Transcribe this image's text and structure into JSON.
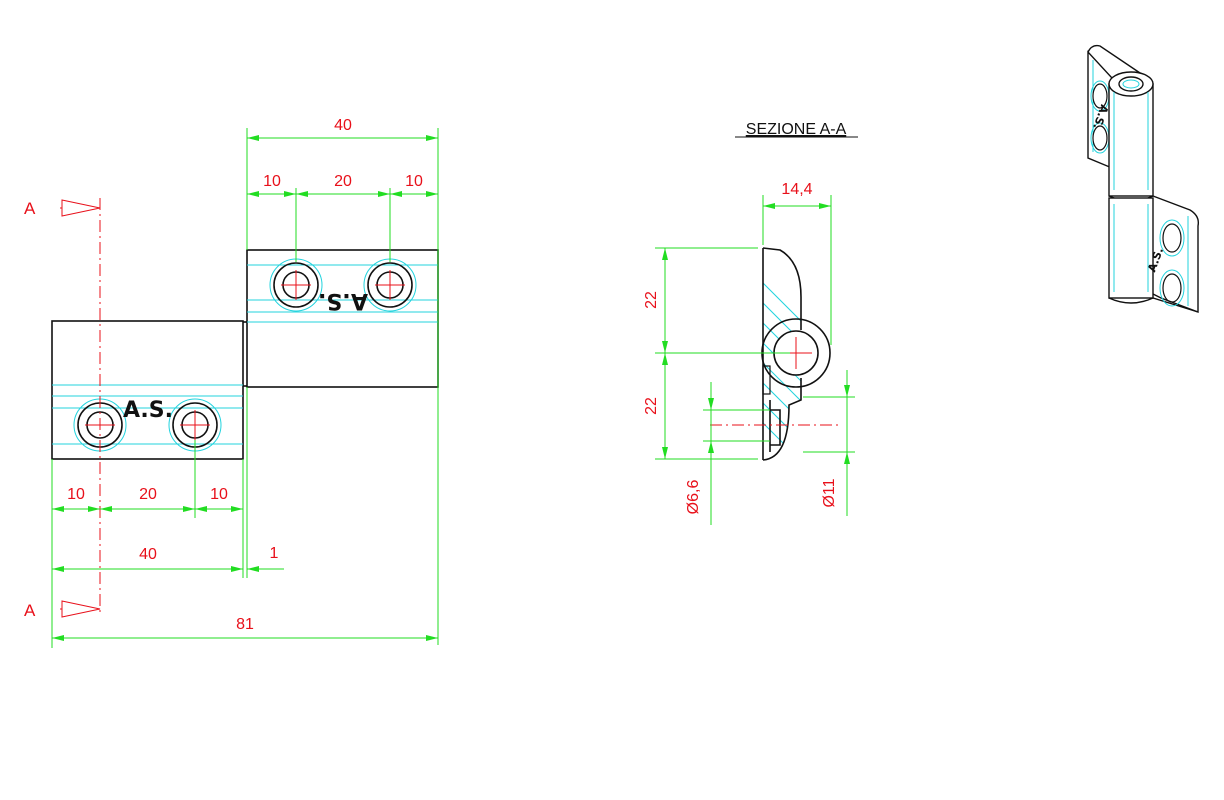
{
  "section_marker": {
    "letter_top": "A",
    "letter_bottom": "A"
  },
  "section_title": "SEZIONE A-A",
  "logo_text": "A.S.",
  "front_view": {
    "top_leaf": {
      "overall": "40",
      "edge_left": "10",
      "pitch": "20",
      "edge_right": "10"
    },
    "bottom_leaf": {
      "edge_left": "10",
      "pitch": "20",
      "edge_right": "10",
      "length": "40",
      "gap": "1"
    },
    "total_length": "81"
  },
  "section_view": {
    "width": "14,4",
    "height_upper": "22",
    "height_lower": "22",
    "hole_diameter": "Ø6,6",
    "counterbore_diameter": "Ø11"
  },
  "colors": {
    "dimension": "#e8101a",
    "dimension_line": "#22dd22",
    "hidden_line": "#23d3de",
    "outline": "#111111"
  }
}
